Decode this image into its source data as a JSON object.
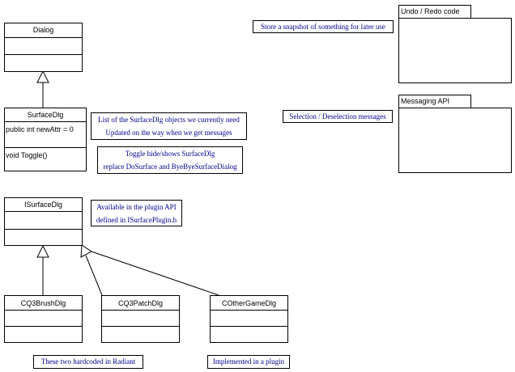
{
  "classes": {
    "dialog": {
      "name": "Dialog"
    },
    "surface_dlg": {
      "name": "SurfaceDlg",
      "attribute": "public int newAttr = 0",
      "operation": "void Toggle()"
    },
    "isurface_dlg": {
      "name": "ISurfaceDlg"
    },
    "cq3_brush_dlg": {
      "name": "CQ3BrushDlg"
    },
    "cq3_patch_dlg": {
      "name": "CQ3PatchDlg"
    },
    "cother_game_dlg": {
      "name": "COtherGameDlg"
    }
  },
  "packages": {
    "undo_redo": {
      "name": "Undo / Redo code"
    },
    "messaging": {
      "name": "Messaging API"
    }
  },
  "notes": {
    "snapshot": [
      "Store a snapshot of something for later use"
    ],
    "selection": [
      "Selection / Deselection messages"
    ],
    "surface_list": [
      "List of the SurfaceDlg objects we currently need",
      "Updated on the way when we get messages"
    ],
    "toggle": [
      "Toggle hide/shows SurfaceDlg",
      "replace DoSurface and ByeByeSurfaceDialog"
    ],
    "plugin_api": [
      "Available in the plugin API",
      "defined in ISurfacePlugin.h"
    ],
    "hardcoded": [
      "These two hardcoded in Radiant"
    ],
    "plugin_impl": [
      "Implemented in a plugin"
    ]
  },
  "colors": {
    "note_text": "#00008b",
    "line": "#000000"
  }
}
